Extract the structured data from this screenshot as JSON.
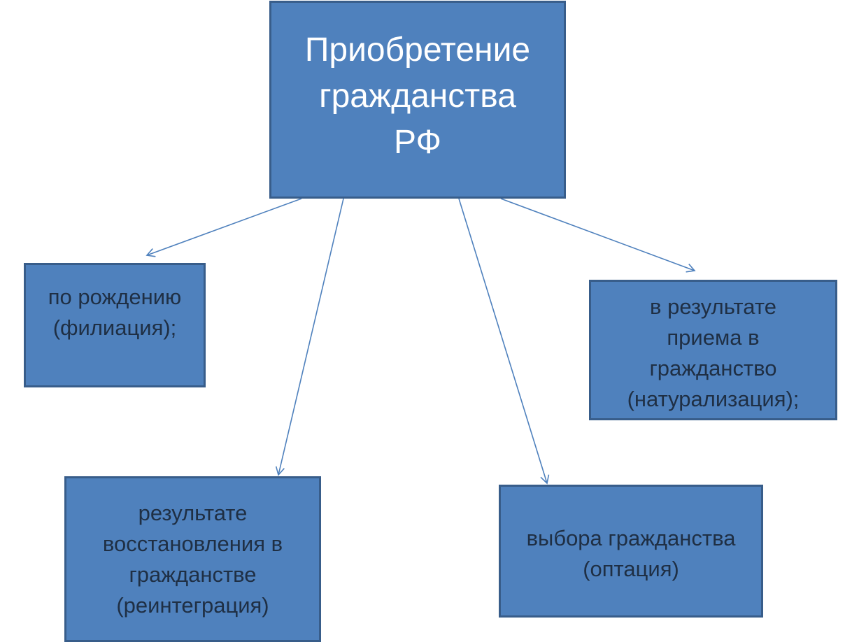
{
  "root": {
    "label": "Приобретение\nгражданства\nРФ"
  },
  "children": [
    {
      "label": "по рождению\n(филиация);"
    },
    {
      "label": "в результате\nприема в\nгражданство\n(натурализация);"
    },
    {
      "label": "результате\nвосстановления в\nгражданстве\n(реинтеграция)"
    },
    {
      "label": "выбора гражданства\n(оптация)"
    }
  ],
  "colors": {
    "box_fill": "#4f81bd",
    "box_border": "#385d8a",
    "arrow": "#4f81bd",
    "root_text": "#ffffff",
    "child_text": "#1f2f44"
  }
}
